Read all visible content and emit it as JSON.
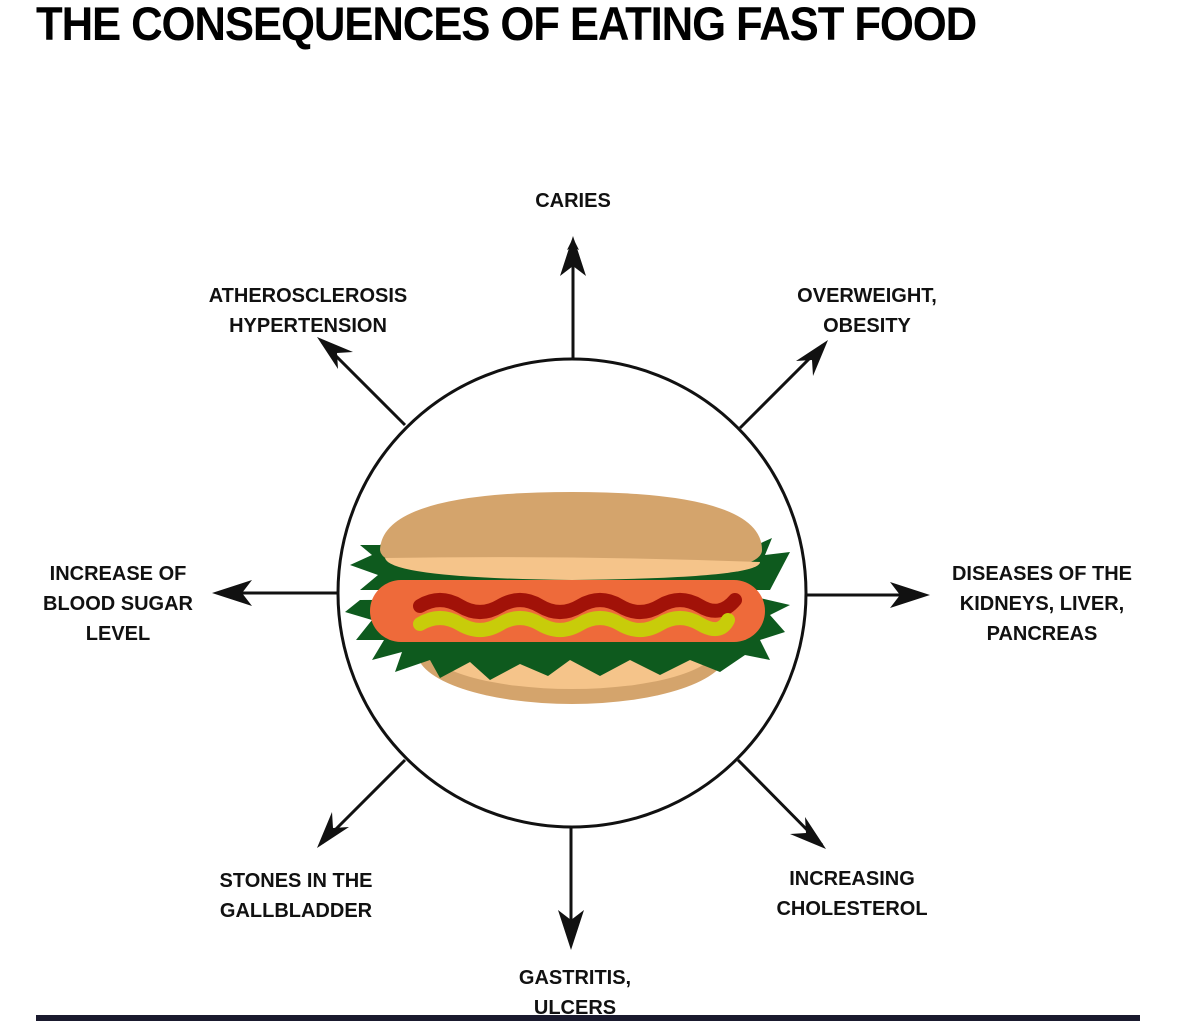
{
  "title": "THE CONSEQUENCES OF EATING FAST FOOD",
  "center": {
    "image": "hot-dog",
    "colors": {
      "bun_top": "#D4A46C",
      "bun_light": "#F5C48A",
      "lettuce": "#0E5A1E",
      "sausage": "#EE6A3A",
      "ketchup": "#A11208",
      "mustard": "#C8CC0A",
      "circle_stroke": "#111111"
    }
  },
  "labels": {
    "top": [
      "CARIES"
    ],
    "top_right": [
      "OVERWEIGHT,",
      "OBESITY"
    ],
    "right": [
      "DISEASES OF THE",
      "KIDNEYS, LIVER,",
      "PANCREAS"
    ],
    "bottom_right": [
      "INCREASING",
      "CHOLESTEROL"
    ],
    "bottom": [
      "GASTRITIS,",
      "ULCERS"
    ],
    "bottom_left": [
      "STONES IN THE",
      "GALLBLADDER"
    ],
    "left": [
      "INCREASE OF",
      "BLOOD SUGAR",
      "LEVEL"
    ],
    "top_left": [
      "ATHEROSCLEROSIS",
      "HYPERTENSION"
    ]
  }
}
